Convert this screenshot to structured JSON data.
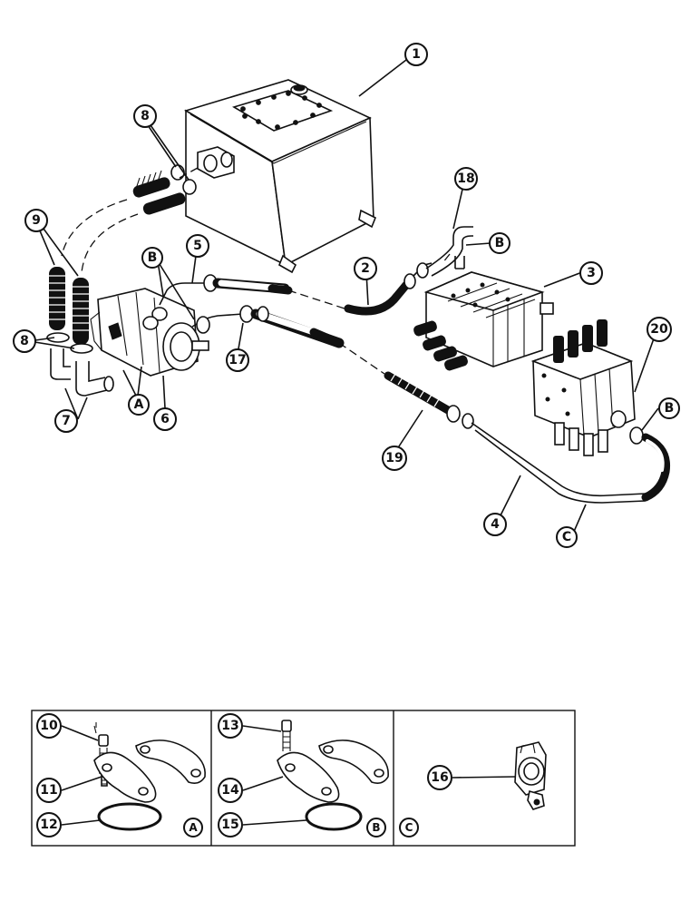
{
  "callouts": {
    "c1": "1",
    "c2": "2",
    "c3": "3",
    "c4": "4",
    "c5": "5",
    "c6": "6",
    "c7": "7",
    "c8a": "8",
    "c8b": "8",
    "c9": "9",
    "c10": "10",
    "c11": "11",
    "c12": "12",
    "c13": "13",
    "c14": "14",
    "c15": "15",
    "c16": "16",
    "c17": "17",
    "c18": "18",
    "c19": "19",
    "c20": "20"
  },
  "letters": {
    "a_pump": "A",
    "b_pump": "B",
    "b_valve3": "B",
    "b_valve20": "B",
    "c_tube": "C",
    "a_box": "A",
    "b_box": "B",
    "c_box": "C"
  },
  "parts": [
    "hydraulic-tank",
    "suction-hoses",
    "control-valve-3",
    "control-valve-20",
    "hydraulic-pump",
    "pressure-hose-2",
    "hose-19",
    "tube-4"
  ]
}
